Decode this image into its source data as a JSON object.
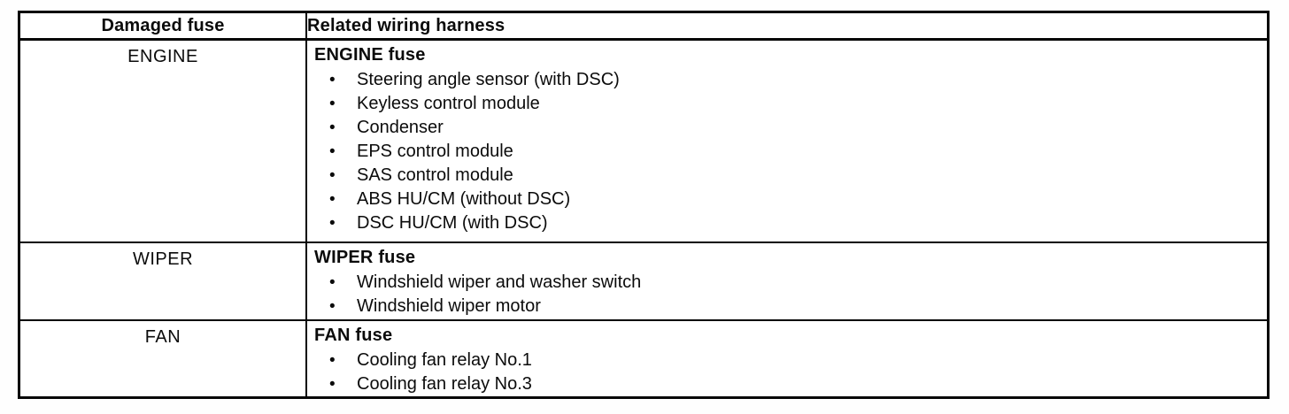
{
  "page": {
    "background": "#ffffff",
    "text_color": "#0b0b0b",
    "border_color": "#050505"
  },
  "icons": {
    "bullet": "•"
  },
  "table": {
    "columns": [
      {
        "label": "Damaged fuse"
      },
      {
        "label": "Related wiring harness"
      }
    ],
    "rows": [
      {
        "fuse": "ENGINE",
        "title": "ENGINE fuse",
        "items": [
          "Steering angle sensor (with DSC)",
          "Keyless control module",
          "Condenser",
          "EPS control module",
          "SAS control module",
          "ABS HU/CM (without DSC)",
          "DSC HU/CM (with DSC)"
        ]
      },
      {
        "fuse": "WIPER",
        "title": "WIPER fuse",
        "items": [
          "Windshield wiper and washer switch",
          "Windshield wiper motor"
        ]
      },
      {
        "fuse": "FAN",
        "title": "FAN fuse",
        "items": [
          "Cooling fan relay No.1",
          "Cooling fan relay No.3"
        ]
      }
    ]
  }
}
